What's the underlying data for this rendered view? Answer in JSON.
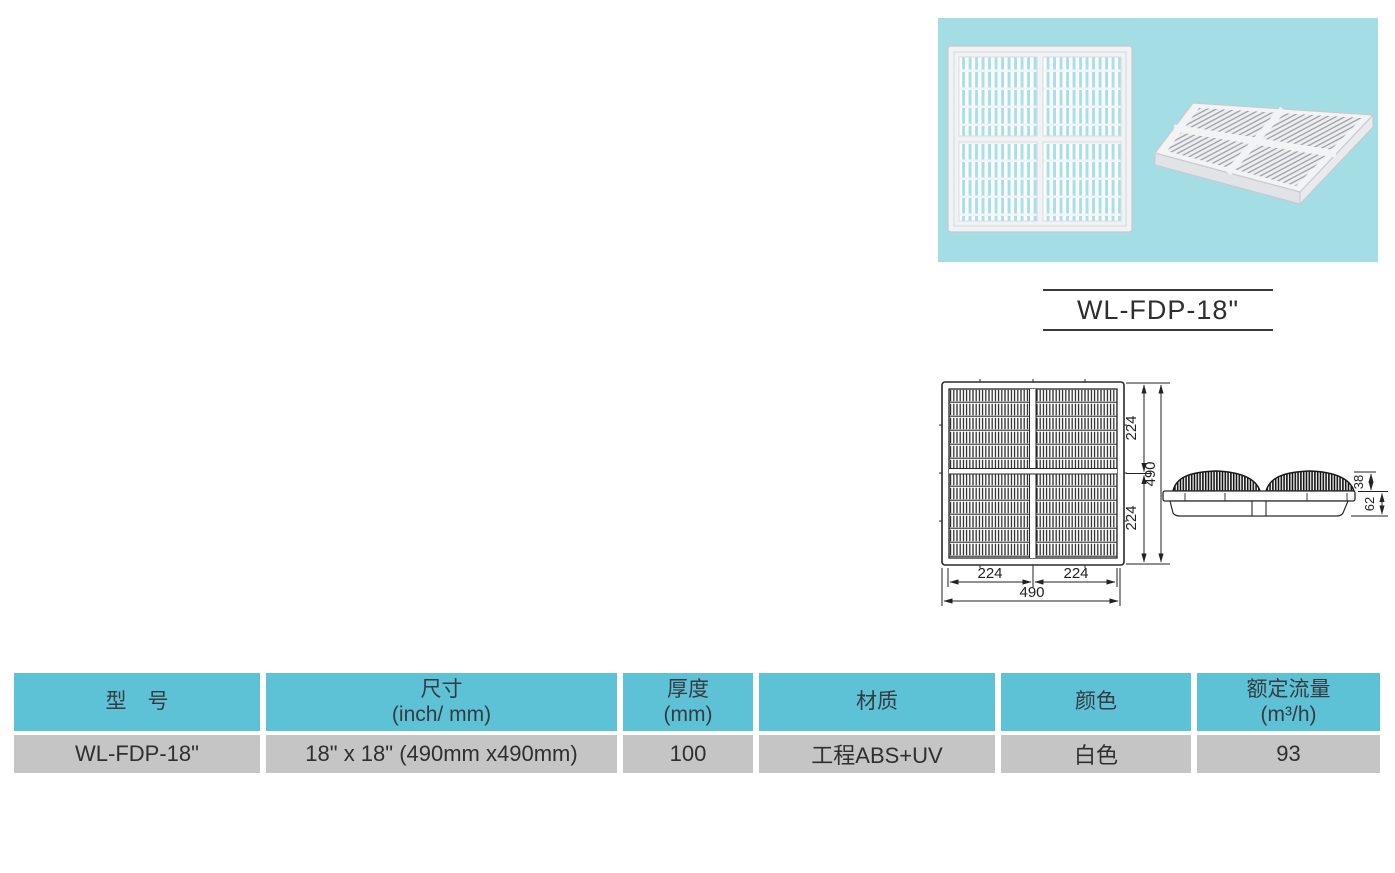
{
  "product": {
    "model_label": "WL-FDP-18\"",
    "photo_panel_bg": "#A4DDE4"
  },
  "drawing": {
    "top_view": {
      "height_top": "224",
      "height_bottom": "224",
      "height_total": "490",
      "width_left": "224",
      "width_right": "224",
      "width_total": "490"
    },
    "side_view": {
      "grate_height": "38",
      "base_height": "62"
    }
  },
  "table": {
    "colors": {
      "header_bg": "#5EC2D6",
      "row_bg": "#C5C5C5"
    },
    "headers": [
      {
        "line1": "型　号",
        "line2": ""
      },
      {
        "line1": "尺寸",
        "line2": "(inch/ mm)"
      },
      {
        "line1": "厚度",
        "line2": "(mm)"
      },
      {
        "line1": "材质",
        "line2": ""
      },
      {
        "line1": "颜色",
        "line2": ""
      },
      {
        "line1": "额定流量",
        "line2": "(m³/h)"
      }
    ],
    "rows": [
      {
        "model": "WL-FDP-18\"",
        "size": "18\" x 18\" (490mm x490mm)",
        "thickness": "100",
        "material": "工程ABS+UV",
        "color": "白色",
        "flow": "93"
      }
    ]
  }
}
